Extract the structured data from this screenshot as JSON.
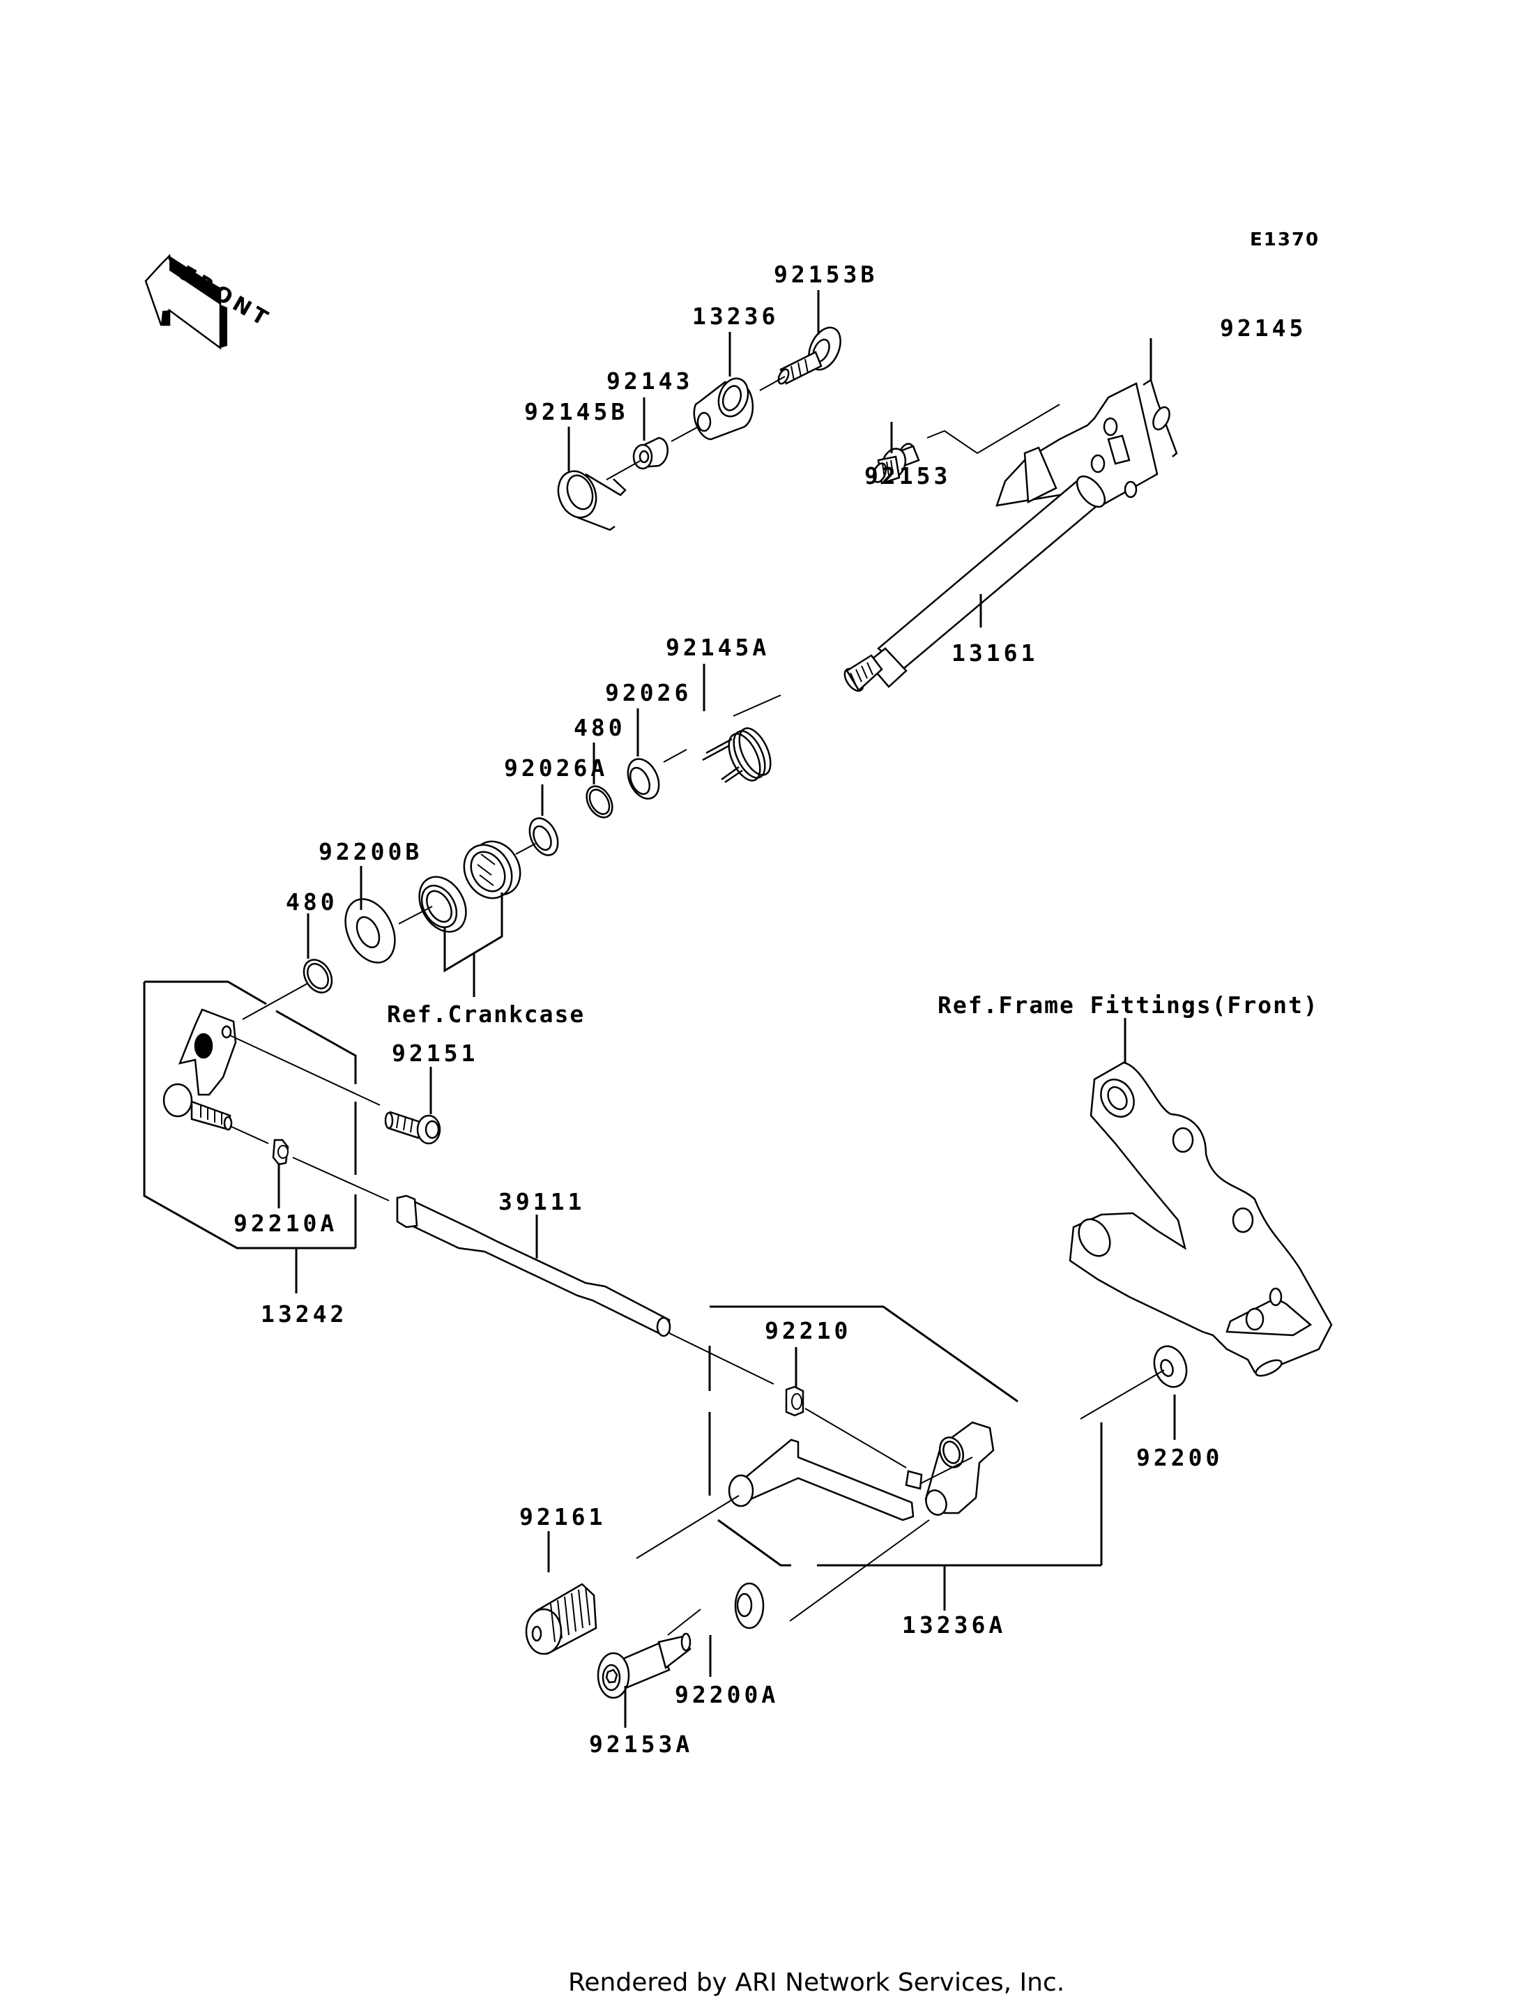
{
  "diagram": {
    "code": "E1370",
    "direction_indicator": "FRONT",
    "footer": "Rendered by ARI Network Services, Inc.",
    "parts": [
      {
        "id": "92153B",
        "label": "92153B"
      },
      {
        "id": "13236",
        "label": "13236"
      },
      {
        "id": "92143",
        "label": "92143"
      },
      {
        "id": "92145B",
        "label": "92145B"
      },
      {
        "id": "92145",
        "label": "92145"
      },
      {
        "id": "92153",
        "label": "92153"
      },
      {
        "id": "13161",
        "label": "13161"
      },
      {
        "id": "92145A",
        "label": "92145A"
      },
      {
        "id": "92026",
        "label": "92026"
      },
      {
        "id": "480a",
        "label": "480"
      },
      {
        "id": "92026A",
        "label": "92026A"
      },
      {
        "id": "92200B",
        "label": "92200B"
      },
      {
        "id": "480b",
        "label": "480"
      },
      {
        "id": "92151",
        "label": "92151"
      },
      {
        "id": "92210A",
        "label": "92210A"
      },
      {
        "id": "13242",
        "label": "13242"
      },
      {
        "id": "39111",
        "label": "39111"
      },
      {
        "id": "92210",
        "label": "92210"
      },
      {
        "id": "92200",
        "label": "92200"
      },
      {
        "id": "92161",
        "label": "92161"
      },
      {
        "id": "13236A",
        "label": "13236A"
      },
      {
        "id": "92200A",
        "label": "92200A"
      },
      {
        "id": "92153A",
        "label": "92153A"
      }
    ],
    "references": {
      "crankcase": "Ref.Crankcase",
      "frame_fittings": "Ref.Frame Fittings(Front)"
    }
  }
}
